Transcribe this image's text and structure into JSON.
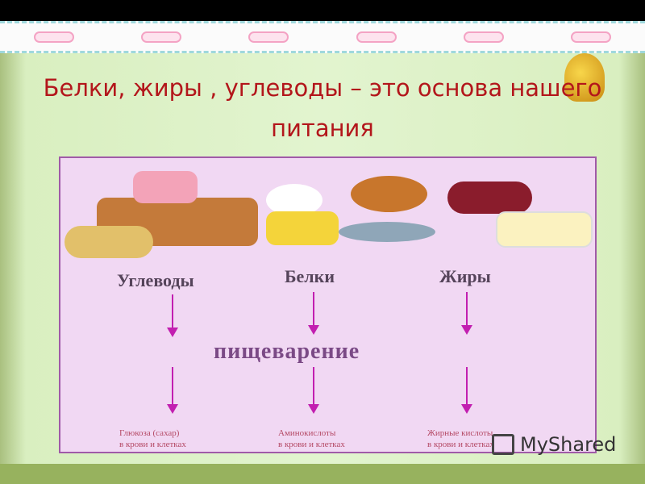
{
  "title": {
    "line1": "Белки, жиры , углеводы – это основа нашего",
    "line2": "питания"
  },
  "diagram": {
    "columns": [
      {
        "label": "Углеводы",
        "result_line1": "Глюкоза (сахар)",
        "result_line2": "в крови и клетках"
      },
      {
        "label": "Белки",
        "result_line1": "Аминокислоты",
        "result_line2": "в крови и клетках"
      },
      {
        "label": "Жиры",
        "result_line1": "Жирные кислоты",
        "result_line2": "в крови и клетках"
      }
    ],
    "process": "пищеварение",
    "arrow_color": "#c21fb0"
  },
  "watermark": "MyShared",
  "colors": {
    "title": "#b3161b",
    "panel": "#f1d8f3",
    "background": "#e2f4cf"
  }
}
